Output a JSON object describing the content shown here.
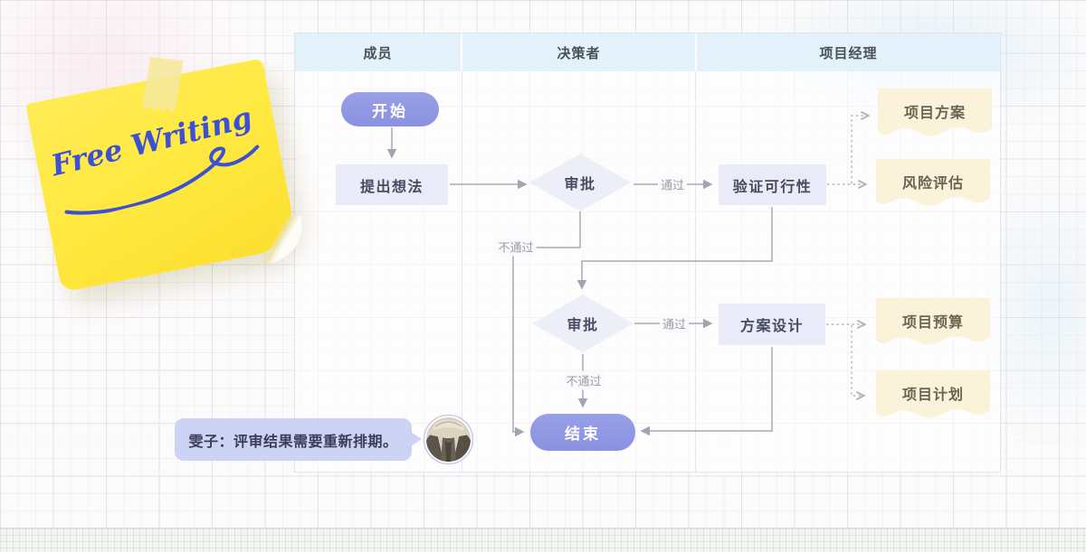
{
  "sticky_note": {
    "text": "Free Writing"
  },
  "board": {
    "lanes": [
      {
        "label": "成员"
      },
      {
        "label": "决策者"
      },
      {
        "label": "项目经理"
      }
    ]
  },
  "nodes": {
    "start": {
      "label": "开始"
    },
    "propose": {
      "label": "提出想法"
    },
    "approve1": {
      "label": "审批"
    },
    "verify": {
      "label": "验证可行性"
    },
    "doc_plan": {
      "label": "项目方案"
    },
    "doc_risk": {
      "label": "风险评估"
    },
    "approve2": {
      "label": "审批"
    },
    "design": {
      "label": "方案设计"
    },
    "doc_budget": {
      "label": "项目预算"
    },
    "doc_schedule": {
      "label": "项目计划"
    },
    "end": {
      "label": "结束"
    }
  },
  "edges": {
    "pass1": {
      "label": "通过"
    },
    "fail1": {
      "label": "不通过"
    },
    "pass2": {
      "label": "通过"
    },
    "fail2": {
      "label": "不通过"
    }
  },
  "comment": {
    "text": "雯子：评审结果需要重新排期。"
  },
  "colors": {
    "node_purple": "#8a91e0",
    "node_light": "#e9ecf8",
    "lane_header_blue": "#e3f1fa",
    "sticky_yellow": "#ffe83e",
    "doc_cream": "#faf3da",
    "bubble_lavender": "#cdd3f4",
    "handwriting_blue": "#3c50d6",
    "connector_gray": "#a8aab4"
  }
}
